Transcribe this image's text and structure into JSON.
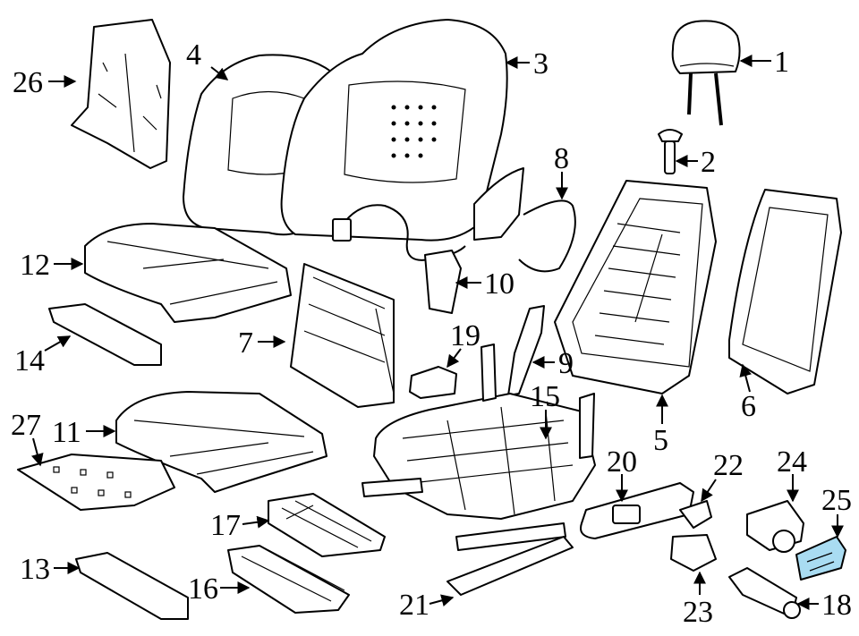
{
  "diagram": {
    "callouts": [
      {
        "id": "1",
        "label": "1"
      },
      {
        "id": "2",
        "label": "2"
      },
      {
        "id": "3",
        "label": "3"
      },
      {
        "id": "4",
        "label": "4"
      },
      {
        "id": "5",
        "label": "5"
      },
      {
        "id": "6",
        "label": "6"
      },
      {
        "id": "7",
        "label": "7"
      },
      {
        "id": "8",
        "label": "8"
      },
      {
        "id": "9",
        "label": "9"
      },
      {
        "id": "10",
        "label": "10"
      },
      {
        "id": "11",
        "label": "11"
      },
      {
        "id": "12",
        "label": "12"
      },
      {
        "id": "13",
        "label": "13"
      },
      {
        "id": "14",
        "label": "14"
      },
      {
        "id": "15",
        "label": "15"
      },
      {
        "id": "16",
        "label": "16"
      },
      {
        "id": "17",
        "label": "17"
      },
      {
        "id": "18",
        "label": "18"
      },
      {
        "id": "19",
        "label": "19"
      },
      {
        "id": "20",
        "label": "20"
      },
      {
        "id": "21",
        "label": "21"
      },
      {
        "id": "22",
        "label": "22"
      },
      {
        "id": "23",
        "label": "23"
      },
      {
        "id": "24",
        "label": "24"
      },
      {
        "id": "25",
        "label": "25"
      },
      {
        "id": "26",
        "label": "26"
      },
      {
        "id": "27",
        "label": "27"
      }
    ],
    "highlight_color": "#a9dcf2",
    "line_color": "#000000"
  }
}
